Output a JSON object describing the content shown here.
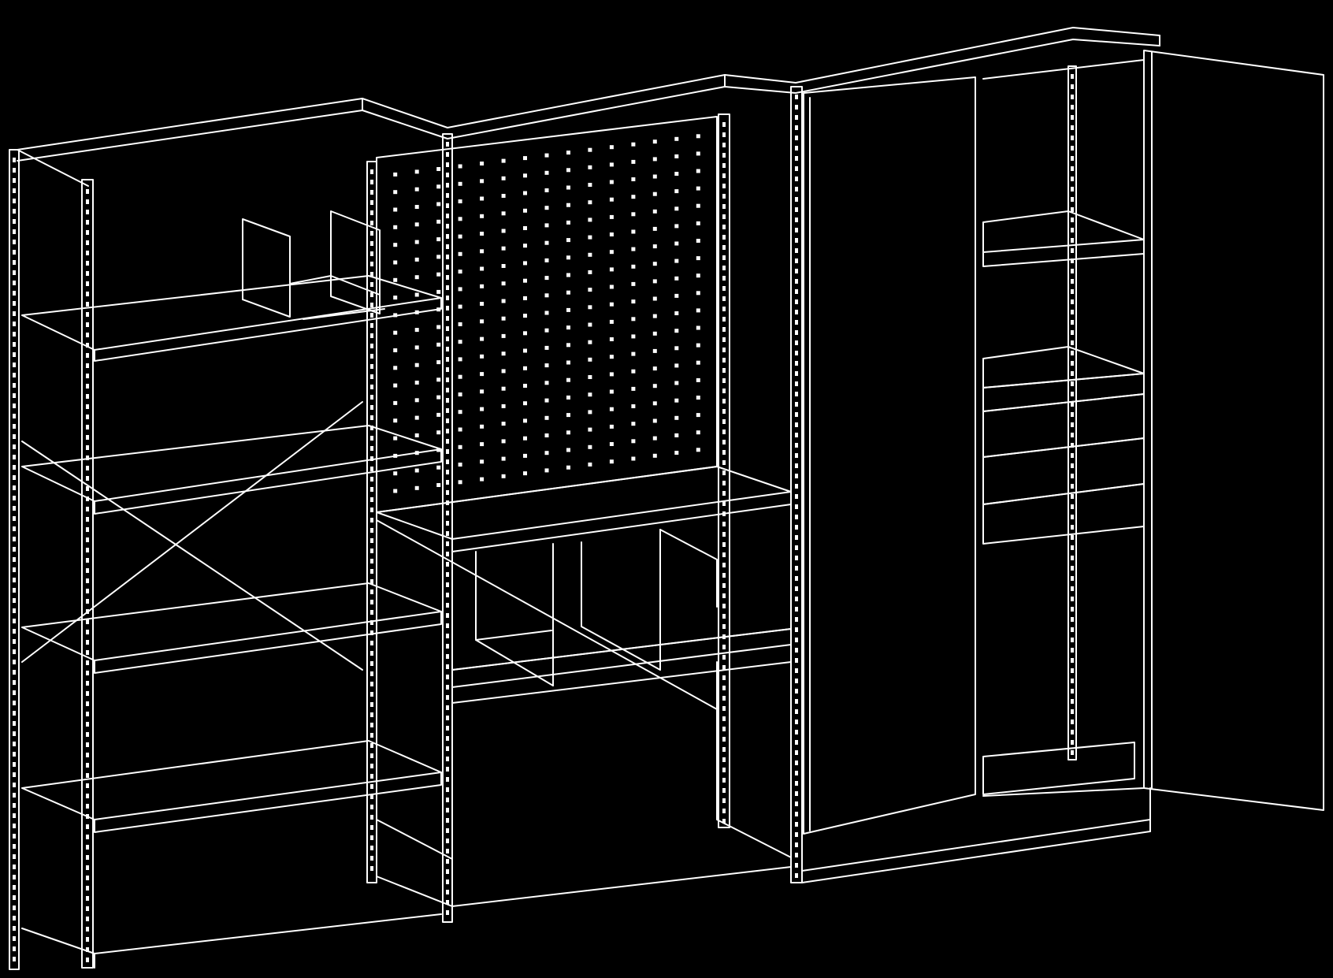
{
  "colors": {
    "background": "#000000",
    "line": "#ffffff"
  },
  "units": [
    {
      "name": "open-shelving-unit",
      "shelf_levels": 6,
      "has_cross_bracing": true,
      "has_book_dividers": true
    },
    {
      "name": "pegboard-workbench-unit",
      "pegboard_rows": 19,
      "pegboard_cols": 15,
      "has_compartment_dividers": true
    },
    {
      "name": "tool-cabinet",
      "door_state": "right-door-open",
      "drawers": 3,
      "adjustable_shelves": 2
    }
  ]
}
